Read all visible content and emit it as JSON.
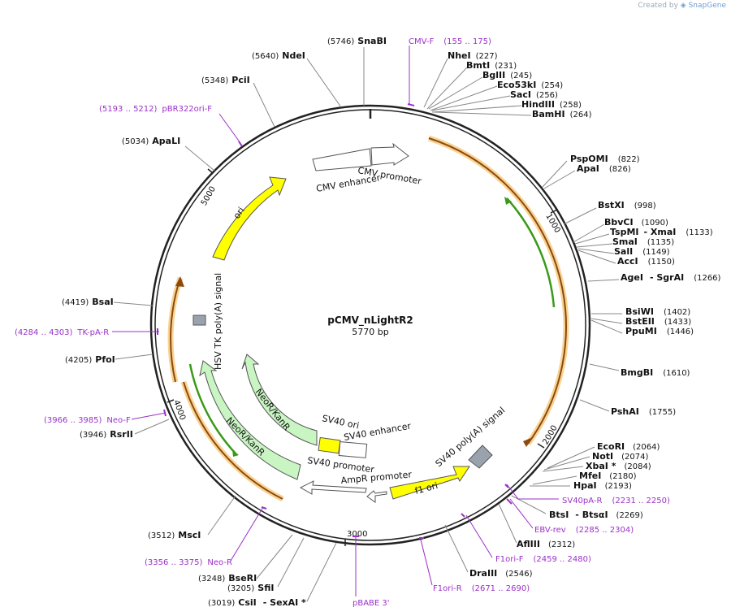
{
  "credit": {
    "created_by": "Created by",
    "brand": "SnapGene"
  },
  "plasmid": {
    "name": "pCMV_nLightR2",
    "size_label": "5770 bp",
    "length": 5770
  },
  "ticks": [
    "1000",
    "2000",
    "3000",
    "4000",
    "5000"
  ],
  "features": [
    {
      "label": "CMV enhancer",
      "color": "#ffffff",
      "stroke": "#555555"
    },
    {
      "label": "CMV promoter",
      "color": "#ffffff",
      "stroke": "#555555"
    },
    {
      "label": "SV40 ori",
      "color": "#ffff00",
      "stroke": "#555555"
    },
    {
      "label": "SV40 enhancer",
      "color": "#ffffff",
      "stroke": "#555555"
    },
    {
      "label": "SV40 promoter",
      "color": "#ffffff",
      "stroke": "#555555"
    },
    {
      "label": "NeoR/KanR",
      "color": "#c9f5c3",
      "stroke": "#555555"
    },
    {
      "label": "AmpR promoter",
      "color": "#ffffff",
      "stroke": "#555555"
    },
    {
      "label": "f1 ori",
      "color": "#ffff00",
      "stroke": "#555555"
    },
    {
      "label": "SV40 poly(A) signal",
      "color": "#9aa3ad",
      "stroke": "#555555"
    },
    {
      "label": "ori",
      "color": "#ffff00",
      "stroke": "#555555"
    },
    {
      "label": "HSV TK poly(A) signal",
      "color": "#9aa3ad",
      "stroke": "#555555"
    }
  ],
  "sites": [
    {
      "name": "SnaBI",
      "pos": "(5746)"
    },
    {
      "name": "NdeI",
      "pos": "(5640)"
    },
    {
      "name": "PciI",
      "pos": "(5348)"
    },
    {
      "name": "ApaLI",
      "pos": "(5034)"
    },
    {
      "name": "NheI",
      "pos": "(227)"
    },
    {
      "name": "BmtI",
      "pos": "(231)"
    },
    {
      "name": "BglII",
      "pos": "(245)"
    },
    {
      "name": "Eco53kI",
      "pos": "(254)"
    },
    {
      "name": "SacI",
      "pos": "(256)"
    },
    {
      "name": "HindIII",
      "pos": "(258)"
    },
    {
      "name": "BamHI",
      "pos": "(264)"
    },
    {
      "name": "PspOMI",
      "pos": "(822)"
    },
    {
      "name": "ApaI",
      "pos": "(826)"
    },
    {
      "name": "BstXI",
      "pos": "(998)"
    },
    {
      "name": "BbvCI",
      "pos": "(1090)"
    },
    {
      "name": "TspMI",
      "pos": "(1133)",
      "name2": "- XmaI"
    },
    {
      "name": "SmaI",
      "pos": "(1135)"
    },
    {
      "name": "SalI",
      "pos": "(1149)"
    },
    {
      "name": "AccI",
      "pos": "(1150)"
    },
    {
      "name": "AgeI",
      "name2": "- SgrAI",
      "pos": "(1266)"
    },
    {
      "name": "BsiWI",
      "pos": "(1402)"
    },
    {
      "name": "BstEII",
      "pos": "(1433)"
    },
    {
      "name": "PpuMI",
      "pos": "(1446)"
    },
    {
      "name": "BmgBI",
      "pos": "(1610)"
    },
    {
      "name": "PshAI",
      "pos": "(1755)"
    },
    {
      "name": "EcoRI",
      "pos": "(2064)"
    },
    {
      "name": "NotI",
      "pos": "(2074)"
    },
    {
      "name": "XbaI *",
      "pos": "(2084)"
    },
    {
      "name": "MfeI",
      "pos": "(2180)"
    },
    {
      "name": "HpaI",
      "pos": "(2193)"
    },
    {
      "name": "BtsI",
      "name2": "- BtsαI",
      "pos": "(2269)"
    },
    {
      "name": "AflIII",
      "pos": "(2312)"
    },
    {
      "name": "DraIII",
      "pos": "(2546)"
    },
    {
      "name": "CsiI",
      "name2": "- SexAI *",
      "pos": "(3019)"
    },
    {
      "name": "SfiI",
      "pos": "(3205)"
    },
    {
      "name": "BseRI",
      "pos": "(3248)"
    },
    {
      "name": "MscI",
      "pos": "(3512)"
    },
    {
      "name": "RsrII",
      "pos": "(3946)"
    },
    {
      "name": "PfoI",
      "pos": "(4205)"
    },
    {
      "name": "BsaI",
      "pos": "(4419)"
    }
  ],
  "primers": [
    {
      "name": "CMV-F",
      "range": "(155 .. 175)"
    },
    {
      "name": "pBR322ori-F",
      "range": "(5193 .. 5212)"
    },
    {
      "name": "TK-pA-R",
      "range": "(4284 .. 4303)"
    },
    {
      "name": "Neo-F",
      "range": "(3966 .. 3985)"
    },
    {
      "name": "Neo-R",
      "range": "(3356 .. 3375)"
    },
    {
      "name": "SV40pA-R",
      "range": "(2231 .. 2250)"
    },
    {
      "name": "EBV-rev",
      "range": "(2285 .. 2304)"
    },
    {
      "name": "F1ori-F",
      "range": "(2459 .. 2480)"
    },
    {
      "name": "F1ori-R",
      "range": "(2671 .. 2690)"
    },
    {
      "name": "pBABE 3'",
      "range": ""
    }
  ],
  "colors": {
    "ring": "#222222",
    "primer": "#9b30c8",
    "orf_orange": "#f0a030",
    "orf_green": "#3a9a1a"
  }
}
